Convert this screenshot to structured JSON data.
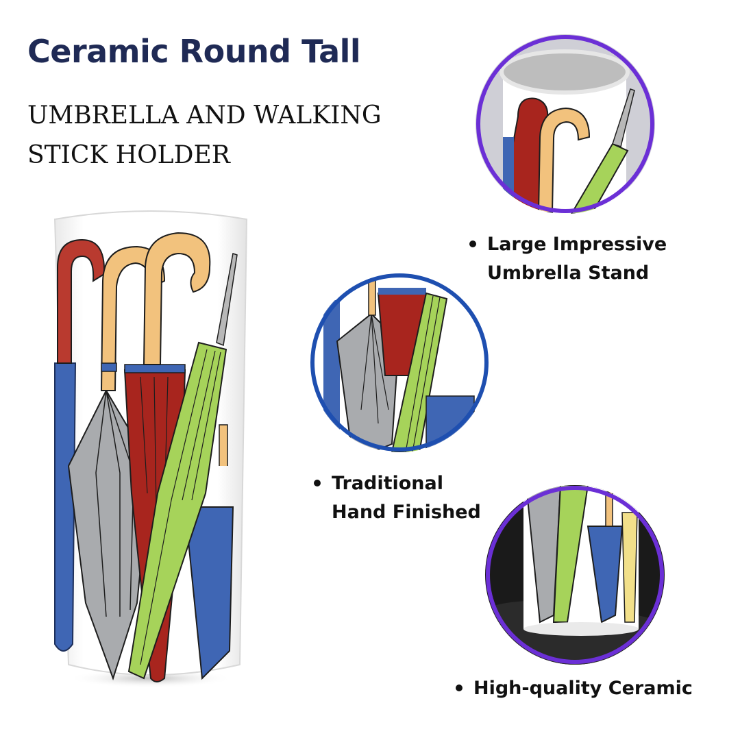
{
  "header": {
    "title": "Ceramic Round Tall",
    "subtitle_line1": "UMBRELLA AND WALKING",
    "subtitle_line2": "STICK HOLDER"
  },
  "features": [
    {
      "line1": "Large Impressive",
      "line2": "Umbrella Stand"
    },
    {
      "line1": "Traditional",
      "line2": "Hand Finished"
    },
    {
      "line1": "High-quality Ceramic",
      "line2": ""
    }
  ],
  "colors": {
    "title": "#1f2a55",
    "circle_border_purple": "#6b2fd6",
    "circle_border_blue": "#1e4fb0",
    "umbrella_blue": "#3f66b4",
    "umbrella_red": "#a8251e",
    "umbrella_grey": "#a9abae",
    "umbrella_green": "#a6d35a",
    "handle_tan": "#f2c27d"
  },
  "icons": [
    "bullet-dot-icon"
  ]
}
